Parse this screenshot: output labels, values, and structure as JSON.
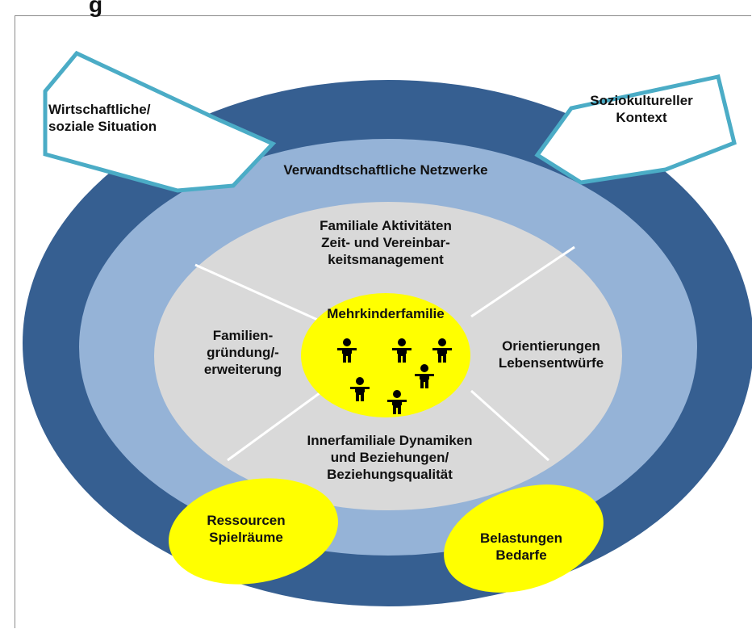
{
  "colors": {
    "outer_ring": "#365f91",
    "middle_ring": "#95b3d7",
    "inner_area": "#d9d9d9",
    "divider": "#ffffff",
    "center": "#ffff00",
    "arrow_fill": "#ffffff",
    "arrow_border": "#4bacc6",
    "text": "#111111"
  },
  "header_fragment": "g",
  "arrows": {
    "left": {
      "lines": [
        "Wirtschaftliche/",
        "soziale Situation"
      ]
    },
    "right": {
      "lines": [
        "Soziokultureller",
        "Kontext"
      ]
    }
  },
  "middle_ring_label": "Verwandtschaftliche Netzwerke",
  "segments": {
    "top": {
      "lines": [
        "Familiale Aktivitäten",
        "Zeit- und Vereinbar-",
        "keitsmanagement"
      ]
    },
    "left": {
      "lines": [
        "Familien-",
        "gründung/-",
        "erweiterung"
      ]
    },
    "right": {
      "lines": [
        "Orientierungen",
        "Lebensentwürfe"
      ]
    },
    "bottom": {
      "lines": [
        "Innerfamiliale Dynamiken",
        "und Beziehungen/",
        "Beziehungsqualität"
      ]
    }
  },
  "center": {
    "label": "Mehrkinderfamilie",
    "icon": "person-icon",
    "people_count": 6
  },
  "bottom_ovals": {
    "left": {
      "lines": [
        "Ressourcen",
        "Spielräume"
      ]
    },
    "right": {
      "lines": [
        "Belastungen",
        "Bedarfe"
      ]
    }
  }
}
